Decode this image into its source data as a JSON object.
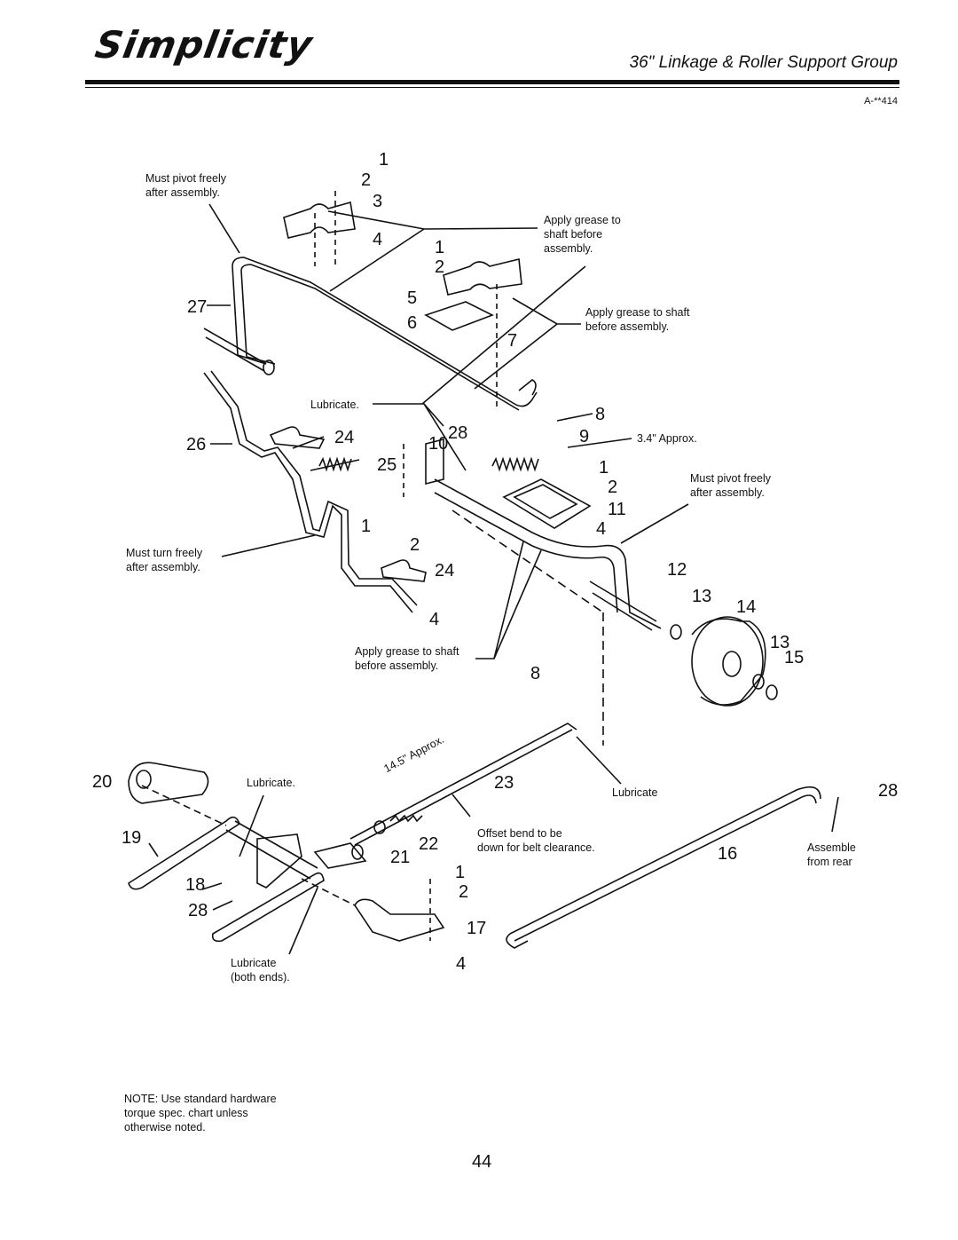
{
  "header": {
    "brand": "Simplicity",
    "title": "36\" Linkage & Roller Support Group",
    "code": "A-**414"
  },
  "callouts": {
    "must_pivot_top": "Must pivot freely\nafter assembly.",
    "grease_shaft_top": "Apply grease to\nshaft before\nassembly.",
    "grease_shaft_mid": "Apply grease to shaft\nbefore assembly.",
    "lubricate_1": "Lubricate.",
    "approx_34": "3.4\" Approx.",
    "must_pivot_right": "Must pivot freely\nafter assembly.",
    "must_turn": "Must turn freely\nafter assembly.",
    "grease_shaft_low": "Apply grease to shaft\nbefore assembly.",
    "approx_145": "14.5\" Approx.",
    "lubricate_2": "Lubricate.",
    "lubricate_3": "Lubricate",
    "offset_bend": "Offset bend to be\ndown for belt clearance.",
    "assemble_rear": "Assemble\nfrom rear",
    "lubricate_both": "Lubricate\n(both ends)."
  },
  "part_numbers": [
    "1",
    "2",
    "3",
    "4",
    "1",
    "2",
    "5",
    "6",
    "7",
    "27",
    "8",
    "9",
    "10",
    "28",
    "24",
    "25",
    "26",
    "1",
    "2",
    "11",
    "4",
    "12",
    "1",
    "2",
    "24",
    "4",
    "13",
    "14",
    "13",
    "15",
    "8",
    "20",
    "23",
    "28",
    "19",
    "22",
    "21",
    "16",
    "18",
    "28",
    "1",
    "2",
    "17",
    "4"
  ],
  "note": "NOTE: Use standard hardware\ntorque spec. chart unless\notherwise noted.",
  "page_number": "44"
}
